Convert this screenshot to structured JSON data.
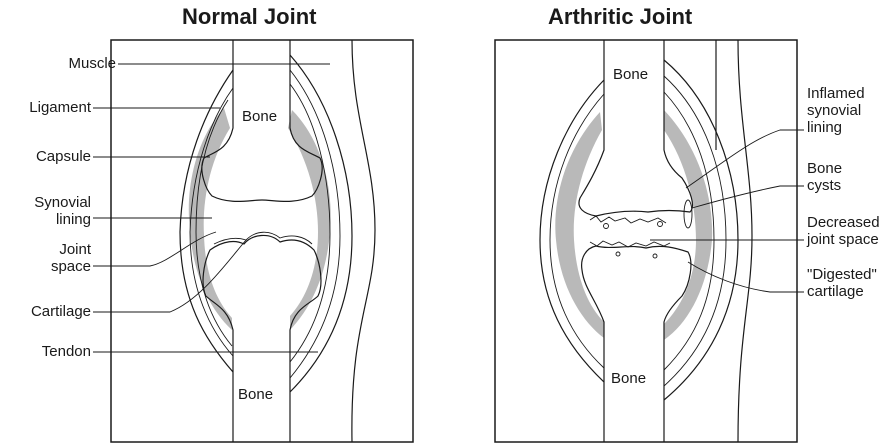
{
  "titles": {
    "normal": "Normal Joint",
    "arthritic": "Arthritic Joint"
  },
  "normal_labels": {
    "muscle": "Muscle",
    "ligament": "Ligament",
    "capsule": "Capsule",
    "synovial_lining": "Synovial\nlining",
    "joint_space": "Joint\nspace",
    "cartilage": "Cartilage",
    "tendon": "Tendon",
    "bone_top": "Bone",
    "bone_bottom": "Bone"
  },
  "arthritic_labels": {
    "bone_top": "Bone",
    "bone_bottom": "Bone",
    "inflamed_synovial_lining": "Inflamed\nsynovial\nlining",
    "bone_cysts": "Bone\ncysts",
    "decreased_joint_space": "Decreased\njoint space",
    "digested_cartilage": "\"Digested\"\ncartilage"
  }
}
